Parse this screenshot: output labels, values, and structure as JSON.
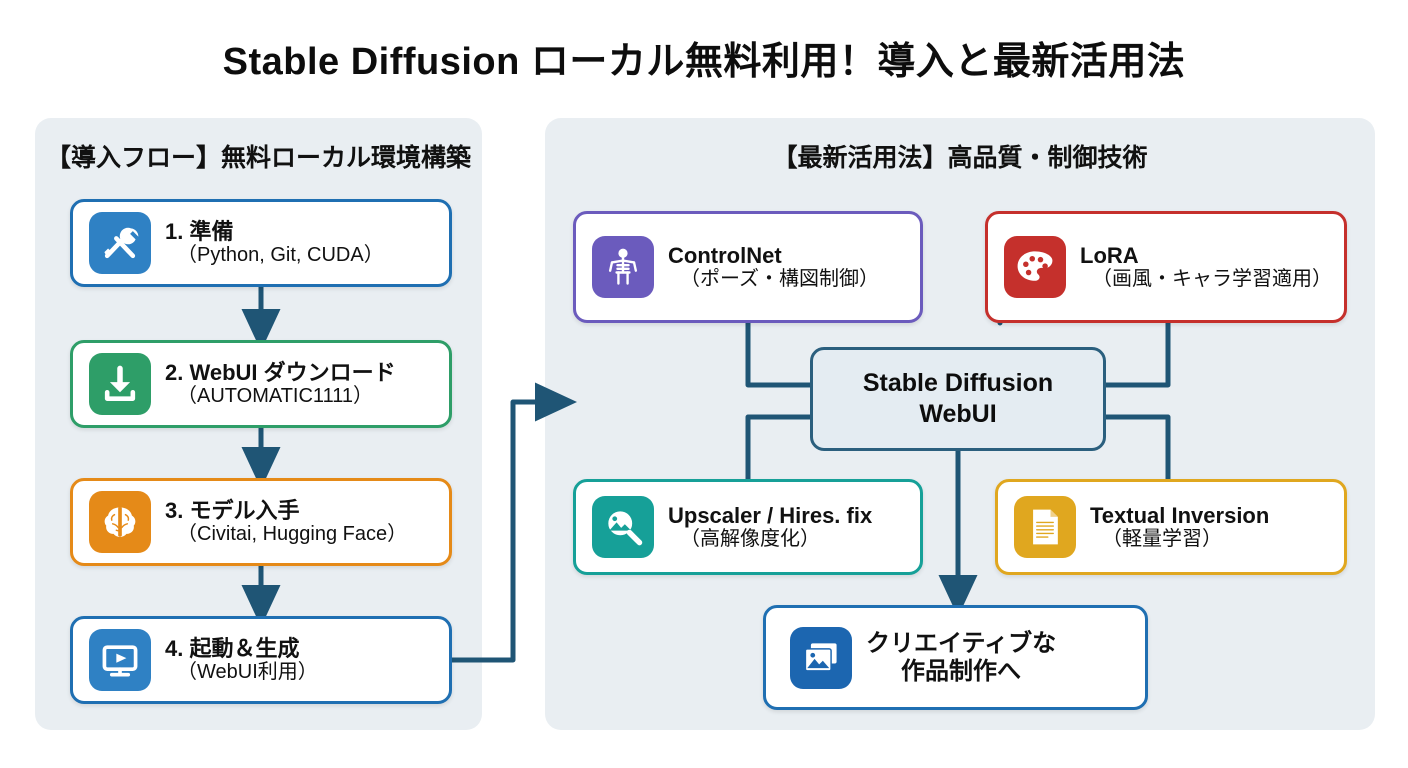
{
  "page": {
    "title": "Stable Diffusion ローカル無料利用！導入と最新活用法",
    "background": "#ffffff"
  },
  "colors": {
    "panel_bg": "#e9eef2",
    "wire": "#1f5575",
    "step_blue": "#1f6fb2",
    "step_green": "#2e9e68",
    "step_orange": "#e58a18",
    "purple": "#6b5bbd",
    "red": "#c5302c",
    "teal": "#16a098",
    "gold": "#e0a71f",
    "hub_border": "#2b5f7e",
    "hub_fill": "#e4ecf2",
    "text": "#111111"
  },
  "left_panel": {
    "title": "【導入フロー】無料ローカル環境構築",
    "steps": [
      {
        "id": "step-1",
        "icon": "tools-icon",
        "icon_color": "#2f81c4",
        "border_color": "#1f6fb2",
        "title": "1. 準備",
        "subtitle": "（Python, Git, CUDA）"
      },
      {
        "id": "step-2",
        "icon": "download-icon",
        "icon_color": "#2e9e68",
        "border_color": "#2e9e68",
        "title": "2. WebUI ダウンロード",
        "subtitle": "（AUTOMATIC1111）"
      },
      {
        "id": "step-3",
        "icon": "brain-icon",
        "icon_color": "#e58a18",
        "border_color": "#e58a18",
        "title": "3. モデル入手",
        "subtitle": "（Civitai, Hugging Face）"
      },
      {
        "id": "step-4",
        "icon": "monitor-play-icon",
        "icon_color": "#2f81c4",
        "border_color": "#1f6fb2",
        "title": "4. 起動＆生成",
        "subtitle": "（WebUI利用）"
      }
    ]
  },
  "right_panel": {
    "title": "【最新活用法】高品質・制御技術",
    "hub": {
      "line1": "Stable Diffusion",
      "line2": "WebUI"
    },
    "features": [
      {
        "id": "card-controlnet",
        "icon": "skeleton-pose-icon",
        "icon_color": "#6b5bbd",
        "border_color": "#6b5bbd",
        "title": "ControlNet",
        "subtitle": "（ポーズ・構図制御）"
      },
      {
        "id": "card-lora",
        "icon": "palette-icon",
        "icon_color": "#c5302c",
        "border_color": "#c5302c",
        "title": "LoRA",
        "subtitle": "（画風・キャラ学習適用）"
      },
      {
        "id": "card-upscaler",
        "icon": "image-magnifier-icon",
        "icon_color": "#16a098",
        "border_color": "#16a098",
        "title": "Upscaler / Hires. fix",
        "subtitle": "（高解像度化）"
      },
      {
        "id": "card-textual",
        "icon": "document-text-icon",
        "icon_color": "#e0a71f",
        "border_color": "#e0a71f",
        "title": "Textual Inversion",
        "subtitle": "（軽量学習）"
      }
    ],
    "outcome": {
      "id": "card-creative",
      "icon": "photo-stack-icon",
      "icon_color": "#1c66b0",
      "border_color": "#1f6fb2",
      "line1": "クリエイティブな",
      "line2": "作品制作へ"
    }
  }
}
